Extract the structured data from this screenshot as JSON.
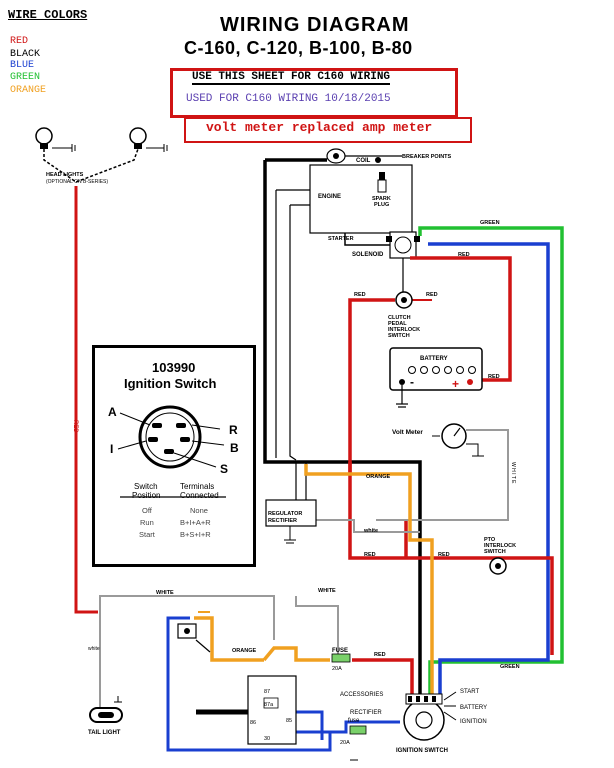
{
  "legend": {
    "title": "WIRE COLORS",
    "items": [
      {
        "label": "RED",
        "color": "#d01414"
      },
      {
        "label": "BLACK",
        "color": "#000000"
      },
      {
        "label": "BLUE",
        "color": "#1a3fd0"
      },
      {
        "label": "GREEN",
        "color": "#22c032"
      },
      {
        "label": "ORANGE",
        "color": "#f0a020"
      }
    ]
  },
  "header": {
    "title": "WIRING DIAGRAM",
    "subtitle": "C-160, C-120, B-100, B-80"
  },
  "notice": {
    "line1": "USE THIS SHEET FOR C160 WIRING",
    "line2": "USED FOR C160 WIRING 10/18/2015",
    "border_color": "#d01414"
  },
  "note": {
    "text": "volt meter replaced amp meter"
  },
  "ignition_panel": {
    "part_number": "103990",
    "title": "Ignition Switch",
    "terminals": [
      "A",
      "I",
      "R",
      "B",
      "S"
    ],
    "table_header_left": "Switch\nPosition",
    "table_header_left_1": "Switch",
    "table_header_left_2": "Position",
    "table_header_right_1": "Terminals",
    "table_header_right_2": "Connected",
    "rows": [
      {
        "position": "Off",
        "terminals": "None"
      },
      {
        "position": "Run",
        "terminals": "B+I+A+R"
      },
      {
        "position": "Start",
        "terminals": "B+S+I+R"
      }
    ]
  },
  "labels": {
    "head_lights_1": "HEAD LIGHTS",
    "head_lights_2": "(OPTIONAL ON B-SERIES)",
    "coil": "COIL",
    "breaker_points": "BREAKER POINTS",
    "engine": "ENGINE",
    "spark_plug_1": "SPARK",
    "spark_plug_2": "PLUG",
    "starter": "STARTER",
    "solenoid": "SOLENOID",
    "green_1": "GREEN",
    "red_1": "RED",
    "red_2": "RED",
    "red_3": "RED",
    "clutch_1": "CLUTCH",
    "clutch_2": "PEDAL",
    "clutch_3": "INTERLOCK",
    "clutch_4": "SWITCH",
    "battery": "BATTERY",
    "red_batt": "RED",
    "volt_meter": "Volt Meter",
    "white_right": "W H I T E",
    "orange_mid": "ORANGE",
    "regulator_1": "REGULATOR",
    "regulator_2": "RECTIFIER",
    "white_mid": "white",
    "red_mid": "RED",
    "red_mid2": "RED",
    "pto_1": "PTO",
    "pto_2": "INTERLOCK",
    "pto_3": "SWITCH",
    "white_top": "WHITE",
    "white_v": "WHITE",
    "white_left": "white",
    "red_left": "RED",
    "orange_low": "ORANGE",
    "fuse_top": "FUSE",
    "fuse_20a": "20A",
    "red_low": "RED",
    "green_low": "GREEN",
    "accessories": "ACCESSORIES",
    "start": "START",
    "battery_term": "BATTERY",
    "ignition_term": "IGNITION",
    "rectifier": "RECTIFIER",
    "fuse_low": "fuse",
    "fuse_low_20a": "20A",
    "ignition_switch": "IGNITION SWITCH",
    "tail_light": "TAIL LIGHT",
    "relay_87": "87",
    "relay_87a": "87a",
    "relay_86": "86",
    "relay_85": "85",
    "relay_30": "30",
    "plus": "+",
    "minus": "-"
  },
  "wire_colors": {
    "red": "#d01414",
    "black": "#000000",
    "blue": "#1a3fd0",
    "green": "#22c032",
    "orange": "#f0a020",
    "white": "#9a9a9a"
  }
}
